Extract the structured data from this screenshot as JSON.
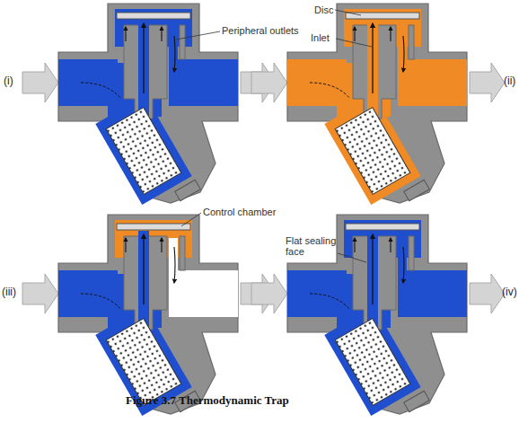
{
  "diagram": {
    "caption": "Figure 3.7 Thermodynamic Trap",
    "labels": [
      "Peripheral outlets",
      "Disc",
      "Inlet",
      "(i)",
      "(ii)",
      "Control chamber",
      "Flat sealing face",
      "(iii)",
      "(iv)"
    ]
  }
}
